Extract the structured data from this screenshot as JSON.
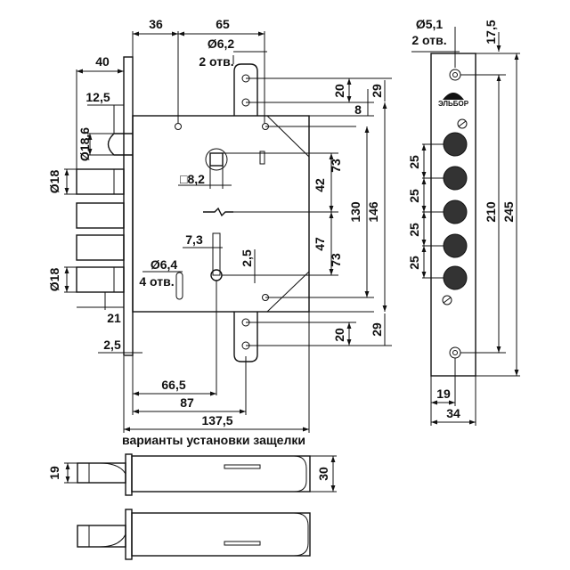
{
  "dimensions": {
    "d36": "36",
    "d65": "65",
    "d40": "40",
    "d12_5": "12,5",
    "d18_6": "Ø18,6",
    "d18_top": "Ø18",
    "d18_bottom": "Ø18",
    "d6_2": "Ø6,2",
    "d6_2_holes": "2 отв.",
    "d20_top": "20",
    "d29_top": "29",
    "d8": "8",
    "d73_top": "73",
    "d42": "42",
    "d130": "130",
    "d146": "146",
    "d47": "47",
    "d73_bottom": "73",
    "d8_2": "□8,2",
    "d7_3": "7,3",
    "d2_5_spindle": "2,5",
    "d6_4": "Ø6,4",
    "d6_4_holes": "4 отв.",
    "d21": "21",
    "d2_5_plate": "2,5",
    "d20_bottom": "20",
    "d29_bottom": "29",
    "d66_5": "66,5",
    "d87": "87",
    "d137_5": "137,5",
    "fp_d5_1": "Ø5,1",
    "fp_holes": "2 отв.",
    "fp_17_5": "17,5",
    "fp_25_1": "25",
    "fp_25_2": "25",
    "fp_25_3": "25",
    "fp_25_4": "25",
    "fp_210": "210",
    "fp_245": "245",
    "fp_19": "19",
    "fp_34": "34",
    "latch_19": "19",
    "latch_30": "30"
  },
  "caption": "варианты установки защелки",
  "brand": "ЭЛЬБОР"
}
